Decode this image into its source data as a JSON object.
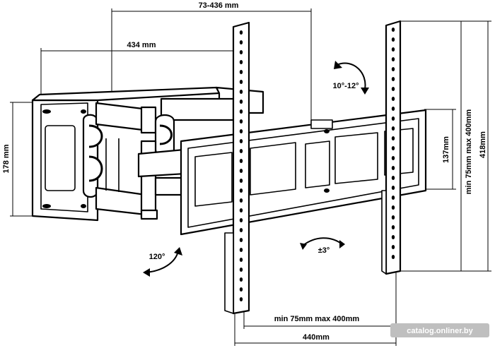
{
  "dimensions": {
    "arm_extension": "73-436 mm",
    "wall_plate_width": "434 mm",
    "wall_plate_height": "178 mm",
    "tilt": "10°-12°",
    "bracket_height": "137mm",
    "vertical_vesa": "min 75mm max 400mm",
    "rail_height": "418mm",
    "swivel": "120°",
    "rotation": "±3°",
    "horizontal_vesa": "min 75mm max 400mm",
    "overall_width": "440mm"
  },
  "watermark": "catalog.onliner.by",
  "colors": {
    "line": "#000000",
    "background": "#ffffff",
    "watermark_bg": "#bfbfbf"
  }
}
